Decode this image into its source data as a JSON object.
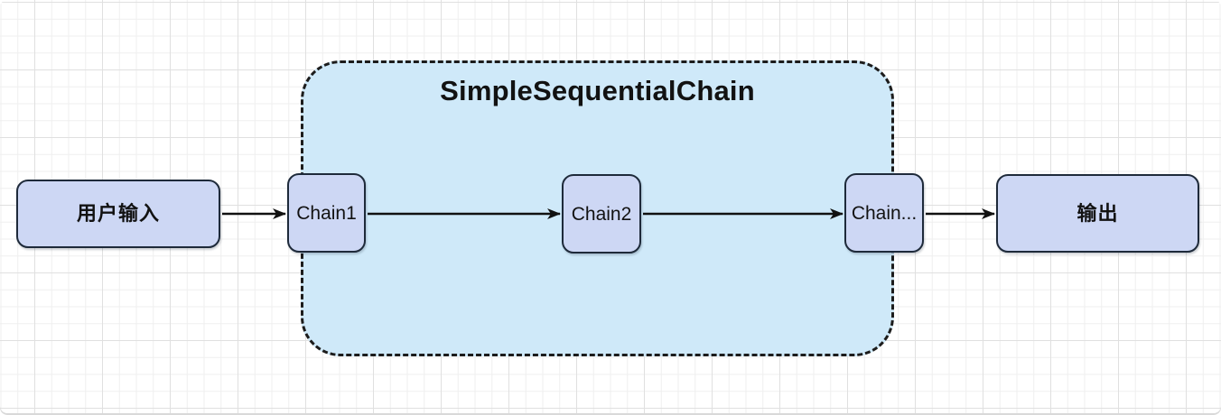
{
  "colors": {
    "page_bg": "#ffffff",
    "grid_minor": "#efefef",
    "grid_major": "#e0e0e0",
    "container_fill": "#cfe9f9",
    "container_border": "#1c1c1c",
    "node_fill": "#cdd7f4",
    "node_border": "#1e2a3a",
    "text": "#121212",
    "arrow": "#111111"
  },
  "diagram": {
    "container": {
      "title": "SimpleSequentialChain"
    },
    "nodes": [
      {
        "id": "user-input",
        "label": "用户输入"
      },
      {
        "id": "chain1",
        "label": "Chain1"
      },
      {
        "id": "chain2",
        "label": "Chain2"
      },
      {
        "id": "chain-etc",
        "label": "Chain..."
      },
      {
        "id": "output",
        "label": "输出"
      }
    ],
    "edges": [
      {
        "from": "user-input",
        "to": "chain1"
      },
      {
        "from": "chain1",
        "to": "chain2"
      },
      {
        "from": "chain2",
        "to": "chain-etc"
      },
      {
        "from": "chain-etc",
        "to": "output"
      }
    ]
  }
}
